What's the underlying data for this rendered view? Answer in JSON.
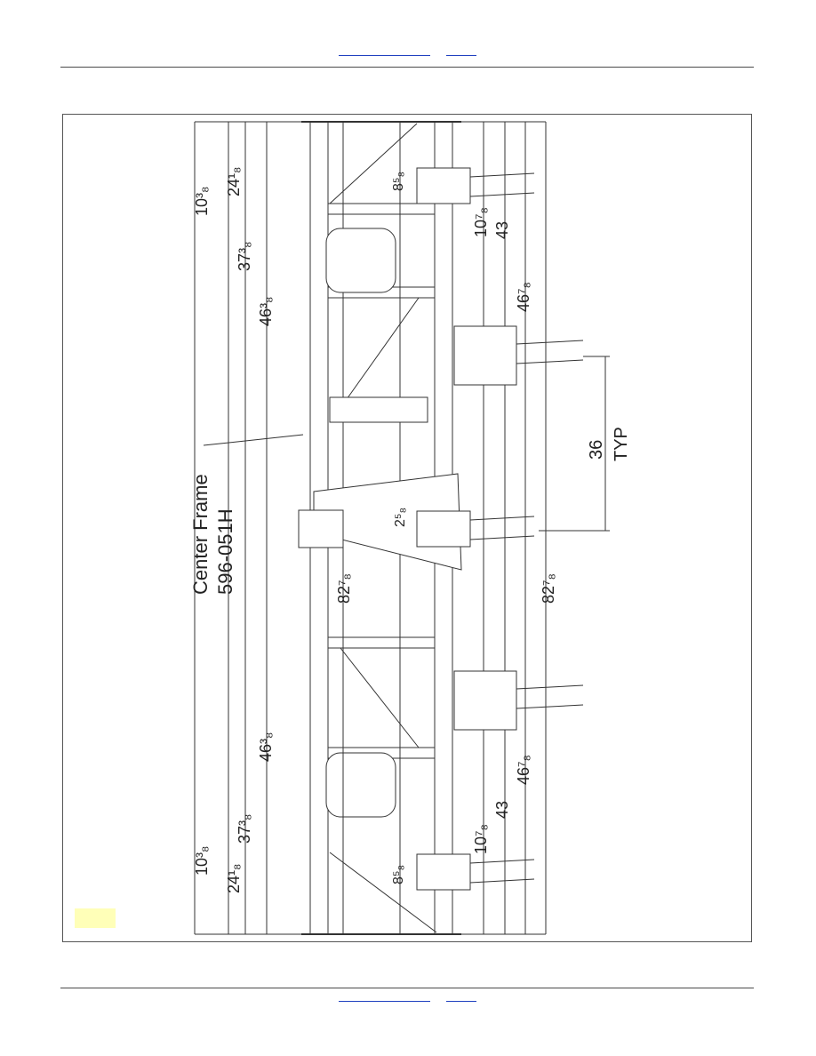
{
  "header": {
    "links": [
      "",
      ""
    ]
  },
  "footer": {
    "links": [
      "",
      ""
    ]
  },
  "drawing": {
    "label_line1": "Center Frame",
    "label_line2": "596-051H",
    "dimensions": {
      "d_10_3_8_top": "10³₈",
      "d_24_1_8_top": "24¹₈",
      "d_37_3_8_top": "37³₈",
      "d_46_3_8_top": "46³₈",
      "d_8_5_8_top": "8⁵₈",
      "d_10_7_8_top": "10⁷₈",
      "d_43_top": "43",
      "d_46_7_8_top": "46⁷₈",
      "d_36": "36",
      "d_typ": "TYP",
      "d_2_5_8": "2⁵₈",
      "d_82_7_8_left": "82⁷₈",
      "d_82_7_8_right": "82⁷₈",
      "d_46_3_8_bot": "46³₈",
      "d_37_3_8_bot": "37³₈",
      "d_10_3_8_bot": "10³₈",
      "d_24_1_8_bot": "24¹₈",
      "d_8_5_8_bot": "8⁵₈",
      "d_10_7_8_bot": "10⁷₈",
      "d_43_bot": "43",
      "d_46_7_8_bot": "46⁷₈"
    }
  },
  "colors": {
    "link": "#1f3fbf",
    "rule": "#4a4a4a",
    "highlight": "#ffffb8"
  }
}
